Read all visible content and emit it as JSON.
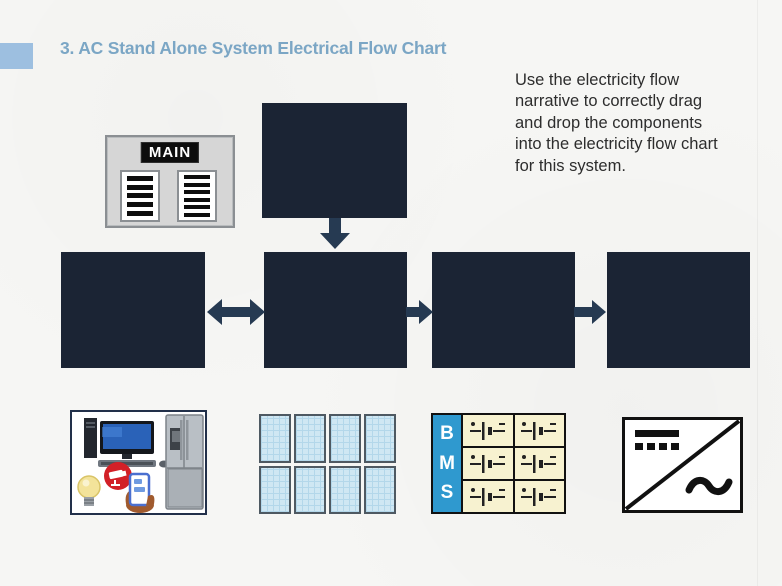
{
  "header": {
    "title": "3. AC Stand Alone System Electrical Flow Chart"
  },
  "instructions": {
    "text": "Use the electricity flow narrative to correctly drag and drop the components into the electricity flow chart for this system."
  },
  "main_panel": {
    "label": "MAIN"
  },
  "bms": {
    "letters": [
      "B",
      "M",
      "S"
    ]
  },
  "flow_chart": {
    "drop_zone_count": 5,
    "arrows": [
      "arrow-down-icon",
      "arrow-left-right-icon",
      "arrow-right-icon",
      "arrow-right-icon"
    ]
  },
  "components": {
    "appliances": "household-appliances-image",
    "solar_array": "solar-panel-array-image",
    "battery_bank": "bms-battery-bank-image",
    "inverter": "dc-ac-inverter-image"
  },
  "colors": {
    "accent_bar": "#9dbfe0",
    "title_text": "#7ba6c5",
    "drop_zone": "#1b2434",
    "arrow": "#263a52",
    "bms_blue": "#2f99cf",
    "battery_cell_cream": "#f7f2d0",
    "solar_panel_blue": "#cfe7f3",
    "background": "#f6f6f4"
  }
}
